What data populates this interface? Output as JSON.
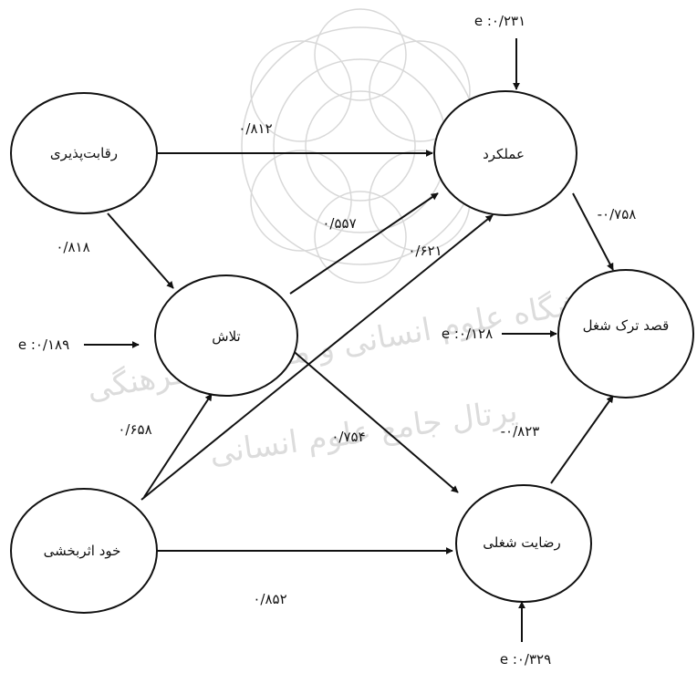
{
  "nodes": {
    "competitiveness": "رقابت‌پذیری",
    "performance": "عملکرد",
    "effort": "تلاش",
    "turnover_intention": "قصد ترک شغل",
    "self_efficacy": "خود اثربخشی",
    "job_satisfaction": "رضایت شغلی"
  },
  "paths": {
    "competitiveness_performance": "۰/۸۱۲",
    "competitiveness_effort": "۰/۸۱۸",
    "effort_performance": "۰/۵۵۷",
    "self_efficacy_performance": "۰/۶۲۱",
    "performance_turnover": "-۰/۷۵۸",
    "self_efficacy_effort": "۰/۶۵۸",
    "effort_satisfaction": "۰/۷۵۴",
    "satisfaction_turnover": "-۰/۸۲۳",
    "self_efficacy_satisfaction": "۰/۸۵۲"
  },
  "errors": {
    "performance": "e :۰/۲۳۱",
    "effort": "e :۰/۱۸۹",
    "turnover_intention": "e :۰/۱۲۸",
    "job_satisfaction": "e :۰/۳۲۹"
  },
  "watermark": {
    "line1": "پژوهشگاه علوم انسانی و مطالعات فرهنگی",
    "line2": "پرتال جامع علوم انسانی"
  },
  "colors": {
    "stroke": "#111111",
    "watermark": "#dcdcdc"
  }
}
